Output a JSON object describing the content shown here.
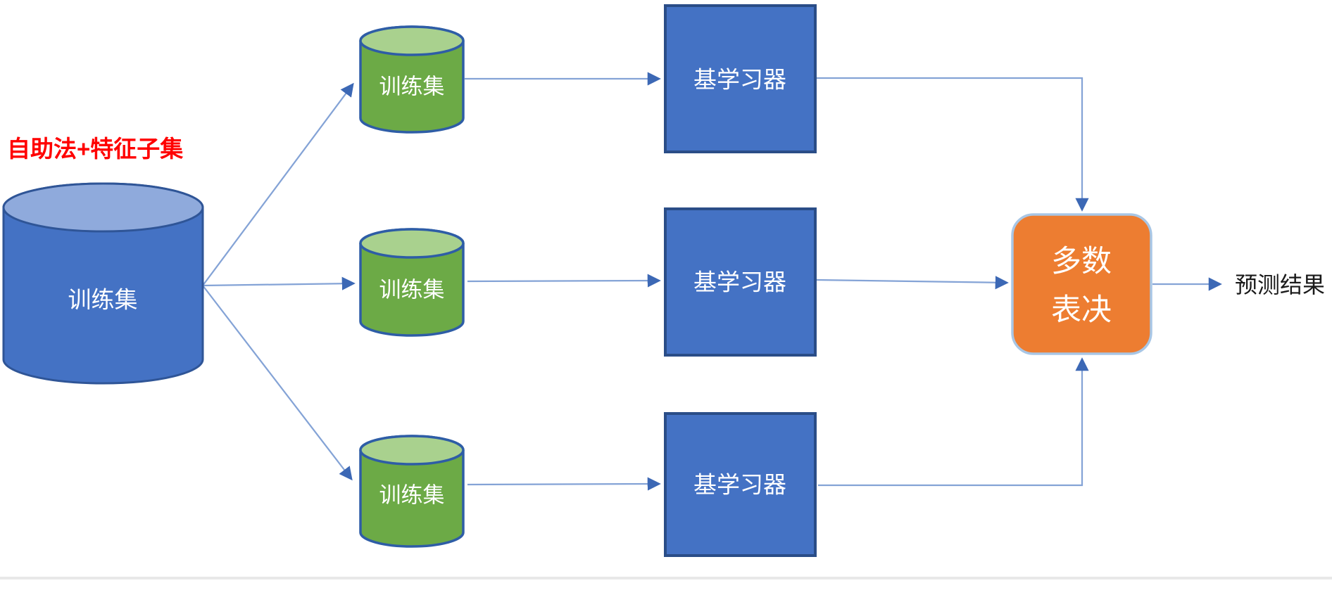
{
  "note": {
    "label": "自助法+特征子集",
    "color": "#FF0000"
  },
  "source": {
    "label": "训练集",
    "shape": "cylinder"
  },
  "samples": [
    {
      "label": "训练集",
      "shape": "cylinder"
    },
    {
      "label": "训练集",
      "shape": "cylinder"
    },
    {
      "label": "训练集",
      "shape": "cylinder"
    }
  ],
  "learners": [
    {
      "label": "基学习器",
      "shape": "square"
    },
    {
      "label": "基学习器",
      "shape": "square"
    },
    {
      "label": "基学习器",
      "shape": "square"
    }
  ],
  "vote": {
    "line1": "多数",
    "line2": "表决",
    "shape": "rounded-square"
  },
  "result": {
    "label": "预测结果"
  },
  "colors": {
    "blue_body": "#4472c4",
    "blue_top": "#8faadc",
    "green_body": "#6caa46",
    "green_top": "#a9d18e",
    "learner_fill": "#4472c4",
    "orange_fill": "#ed7d31",
    "orange_border": "#a8c6e5",
    "arrow_head": "#3c68b5",
    "arrow_line": "#84a3d6",
    "note_red": "#FF0000",
    "outline_navy": "#2f5597"
  }
}
